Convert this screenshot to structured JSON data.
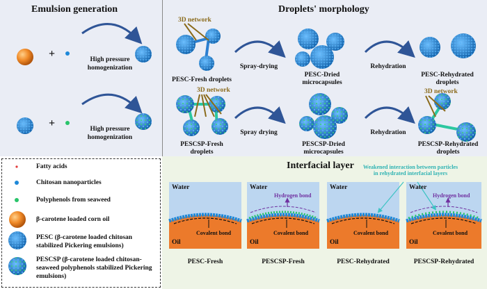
{
  "sections": {
    "emulsion_generation": "Emulsion generation",
    "droplets_morphology": "Droplets' morphology",
    "interfacial_layer": "Interfacial layer"
  },
  "emulsion": {
    "plus": "+",
    "arrow_label_1": "High pressure",
    "arrow_label_2": "homogenization"
  },
  "morphology": {
    "network_label": "3D network",
    "pesc_fresh": "PESC-Fresh droplets",
    "spray_drying_1": "Spray-drying",
    "pesc_dried_1": "PESC-Dried",
    "pesc_dried_2": "microcapsules",
    "rehydration": "Rehydration",
    "pesc_rehyd_1": "PESC-Rehydrated",
    "pesc_rehyd_2": "droplets",
    "pescsp_fresh_1": "PESCSP-Fresh",
    "pescsp_fresh_2": "droplets",
    "spray_drying_2": "Spray drying",
    "pescsp_dried_1": "PESCSP-Dried",
    "pescsp_dried_2": "microcapsules",
    "pescsp_rehyd_1": "PESCSP-Rehydrated",
    "pescsp_rehyd_2": "droplets"
  },
  "legend": [
    "Fatty acids",
    "Chitosan nanoparticles",
    "Polyphenols from seaweed",
    "β-carotene loaded corn oil",
    "PESC (β-carotene loaded chitosan stabilized Pickering emulsions)",
    "PESCSP (β-carotene loaded chitosan-seaweed polyphenols stabilized Pickering emulsions)"
  ],
  "interfacial": {
    "water": "Water",
    "oil": "Oil",
    "covalent_bond": "Covalent bond",
    "hydrogen_bond": "Hydrogen bond",
    "weakened_note": "Weakened interaction between particles in rehydrated interfacial layers",
    "captions": [
      "PESC-Fresh",
      "PESCSP-Fresh",
      "PESC-Rehydrated",
      "PESCSP-Rehydrated"
    ]
  },
  "colors": {
    "panel_bg": "#eaedf5",
    "interfacial_bg": "#eef4e6",
    "water": "#bcd6f0",
    "oil": "#ec7a2b",
    "chitosan": "#1e88d8",
    "polyphenol": "#29c46a",
    "arrow": "#2f5597",
    "network": "#8a6a1a",
    "hydrogen": "#7030a0",
    "weakened": "#3cc3c3"
  }
}
